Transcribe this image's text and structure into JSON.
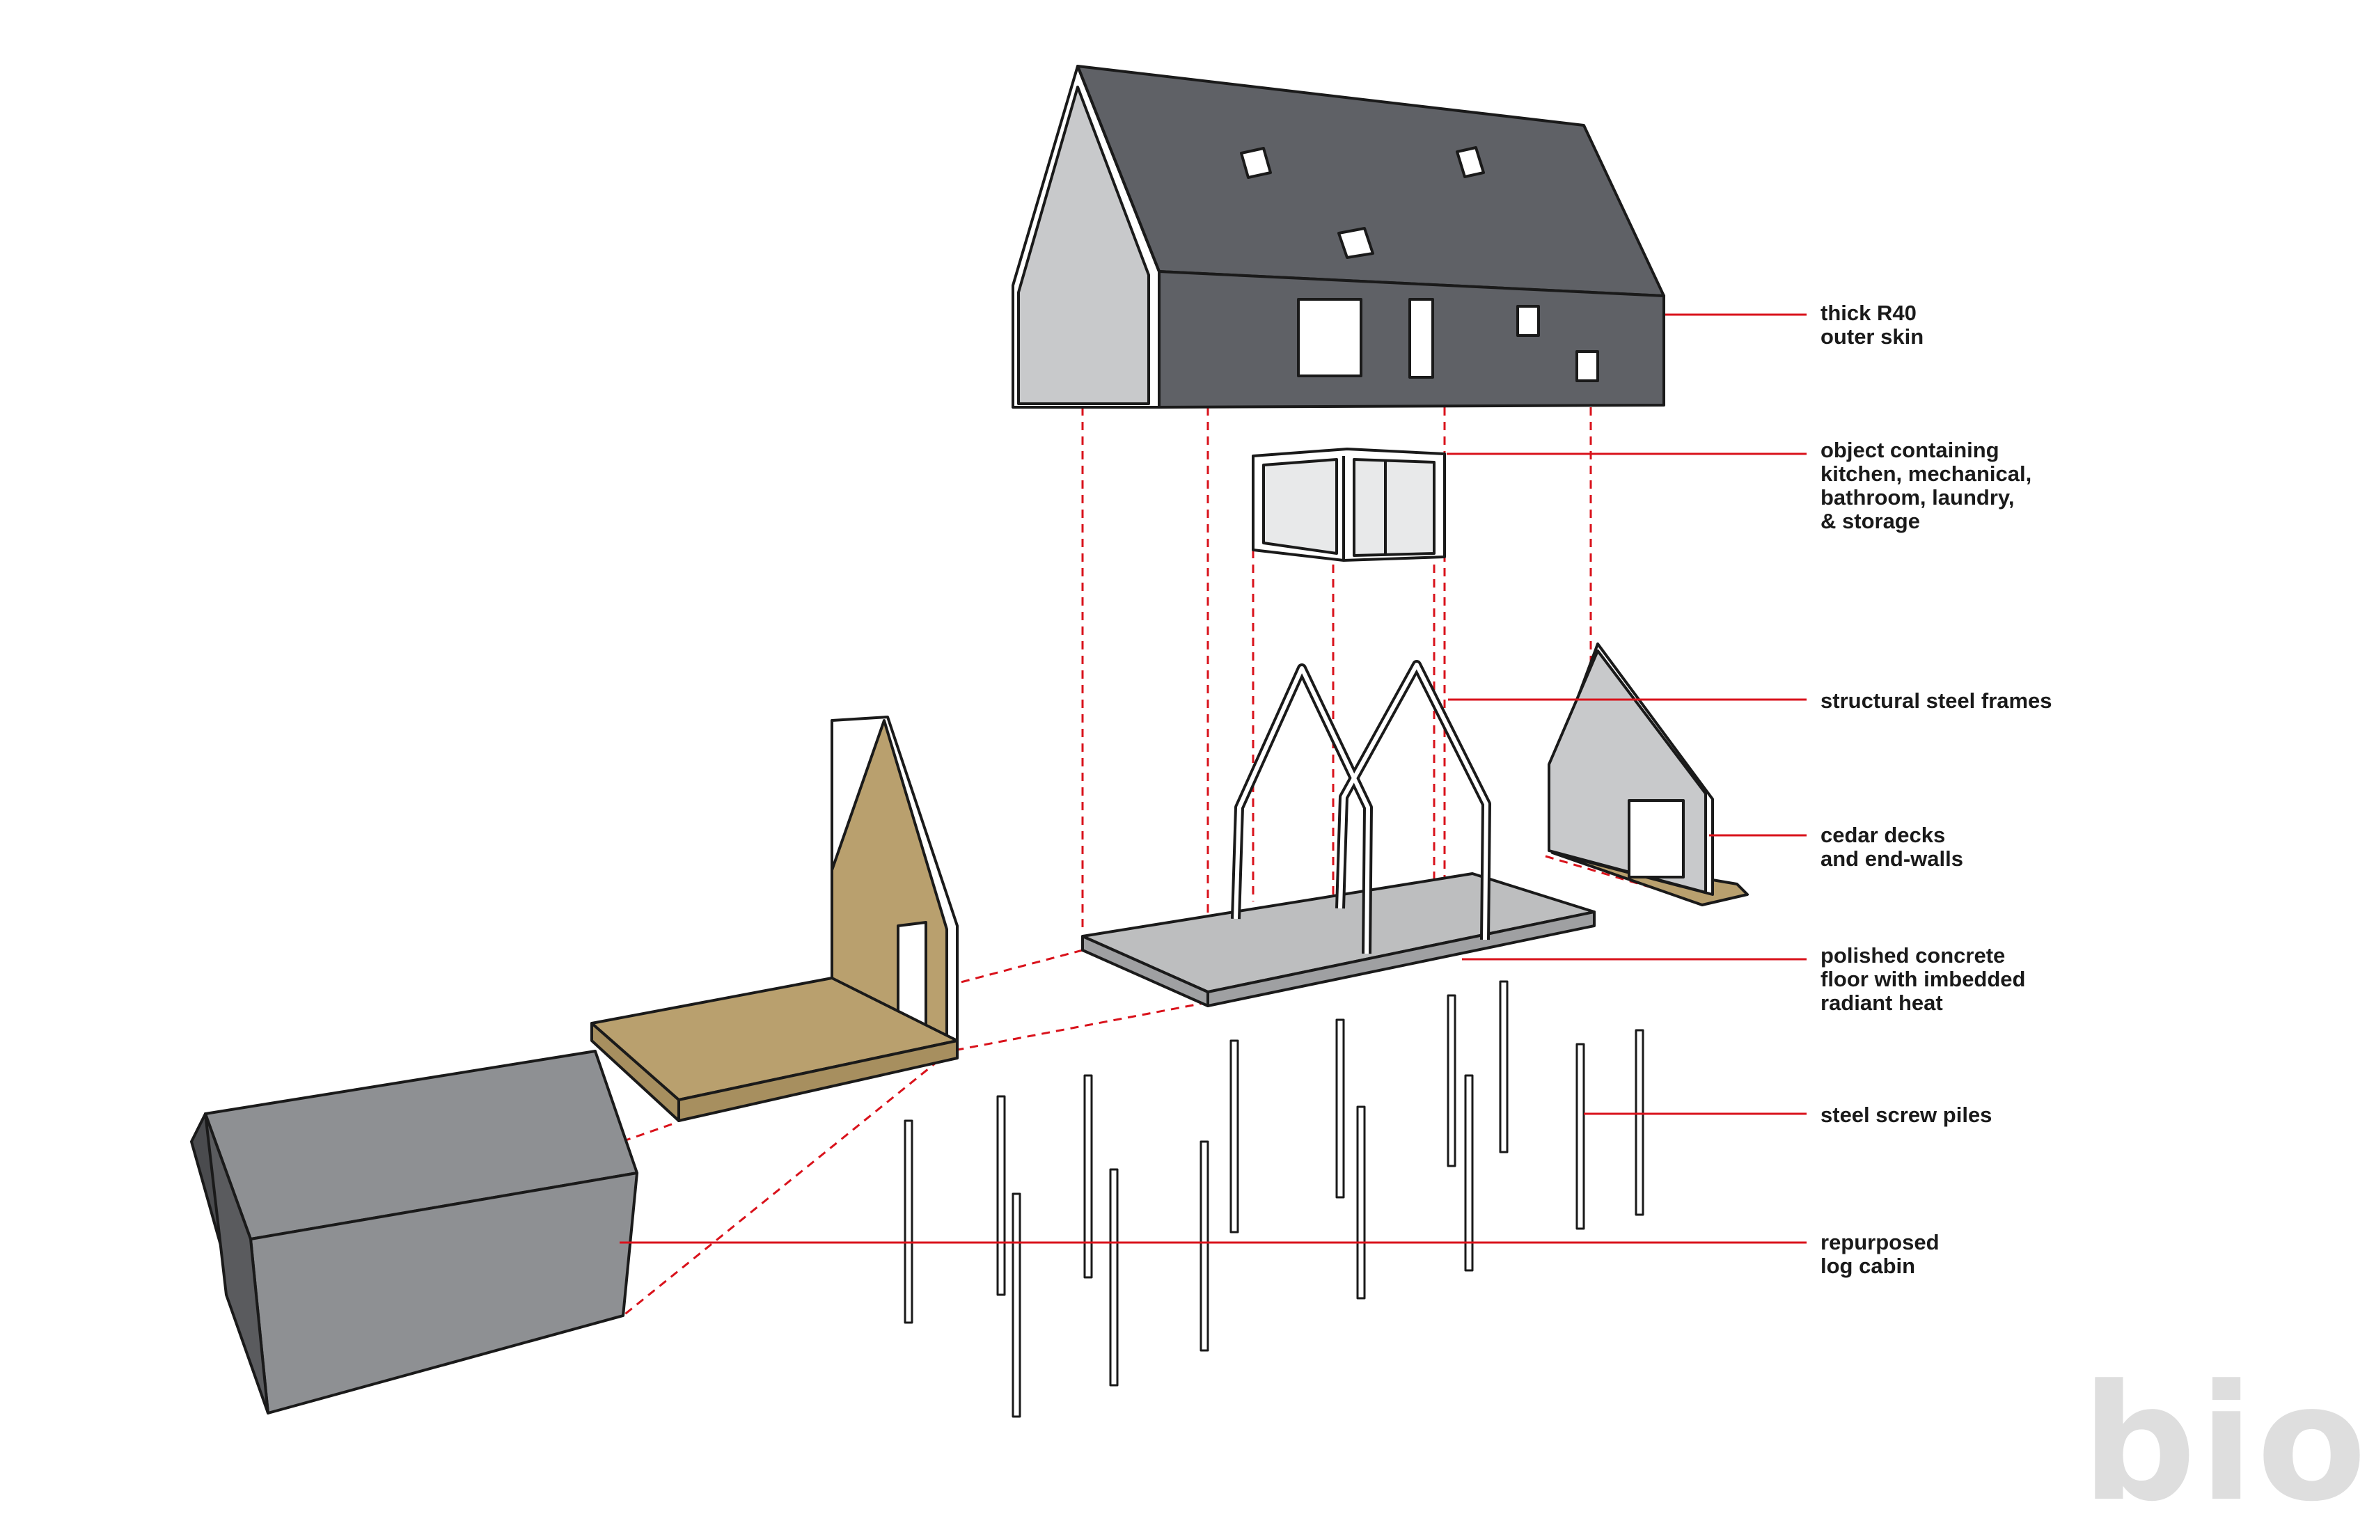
{
  "callouts": [
    {
      "id": "outer-skin",
      "lines": [
        "thick R40",
        "outer skin"
      ]
    },
    {
      "id": "object",
      "lines": [
        "object containing",
        "kitchen, mechanical,",
        "bathroom, laundry,",
        "& storage"
      ]
    },
    {
      "id": "frames",
      "lines": [
        "structural steel frames"
      ]
    },
    {
      "id": "decks",
      "lines": [
        "cedar decks",
        "and end-walls"
      ]
    },
    {
      "id": "floor",
      "lines": [
        "polished concrete",
        "floor with imbedded",
        "radiant heat"
      ]
    },
    {
      "id": "piles",
      "lines": [
        "steel screw piles"
      ]
    },
    {
      "id": "cabin",
      "lines": [
        "repurposed",
        "log cabin"
      ]
    }
  ],
  "logo": "bioi",
  "colors": {
    "leader": "#d9121b",
    "roof": "#5f6166",
    "gable": "#c8c9cb",
    "cedar": "#b9a06e",
    "concrete": "#bdbebf",
    "cabin": "#8e9093",
    "outline": "#1a1a1a"
  }
}
